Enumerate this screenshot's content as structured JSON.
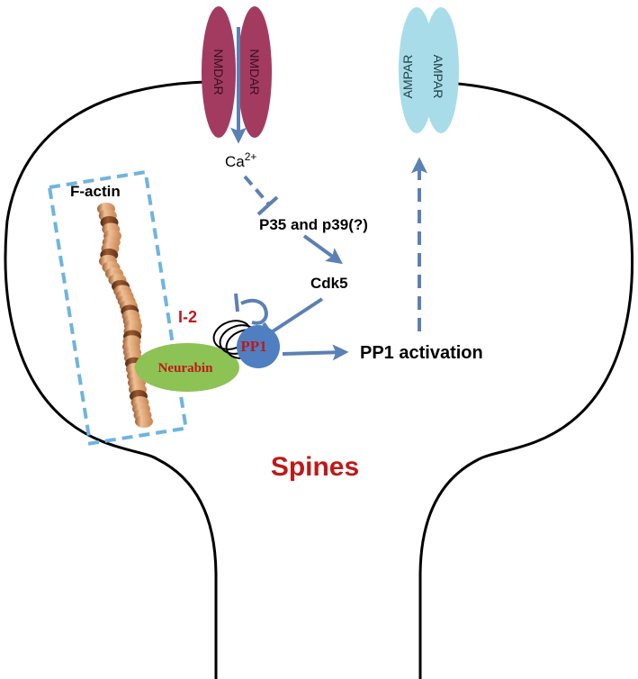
{
  "labels": {
    "nmdar_left": "NMDAR",
    "nmdar_right": "NMDAR",
    "ampar_left": "AMPAR",
    "ampar_right": "AMPAR",
    "calcium": "Ca",
    "calcium_sup": "2+",
    "f_actin": "F-actin",
    "p35_p39": "P35 and p39(?)",
    "cdk5": "Cdk5",
    "i2": "I-2",
    "pp1": "PP1",
    "neurabin": "Neurabin",
    "pp1_activation": "PP1 activation",
    "spines": "Spines"
  },
  "colors": {
    "nmdar": "#A33B61",
    "ampar": "#A8DCE8",
    "arrow": "#5B80B5",
    "dashed_box": "#6FB4E0",
    "pp1": "#4F7FC0",
    "neurabin": "#8DC255",
    "red_text": "#C01818",
    "membrane": "#000000",
    "actin_light": "#E7AA78",
    "actin_dark": "#7E4523"
  }
}
